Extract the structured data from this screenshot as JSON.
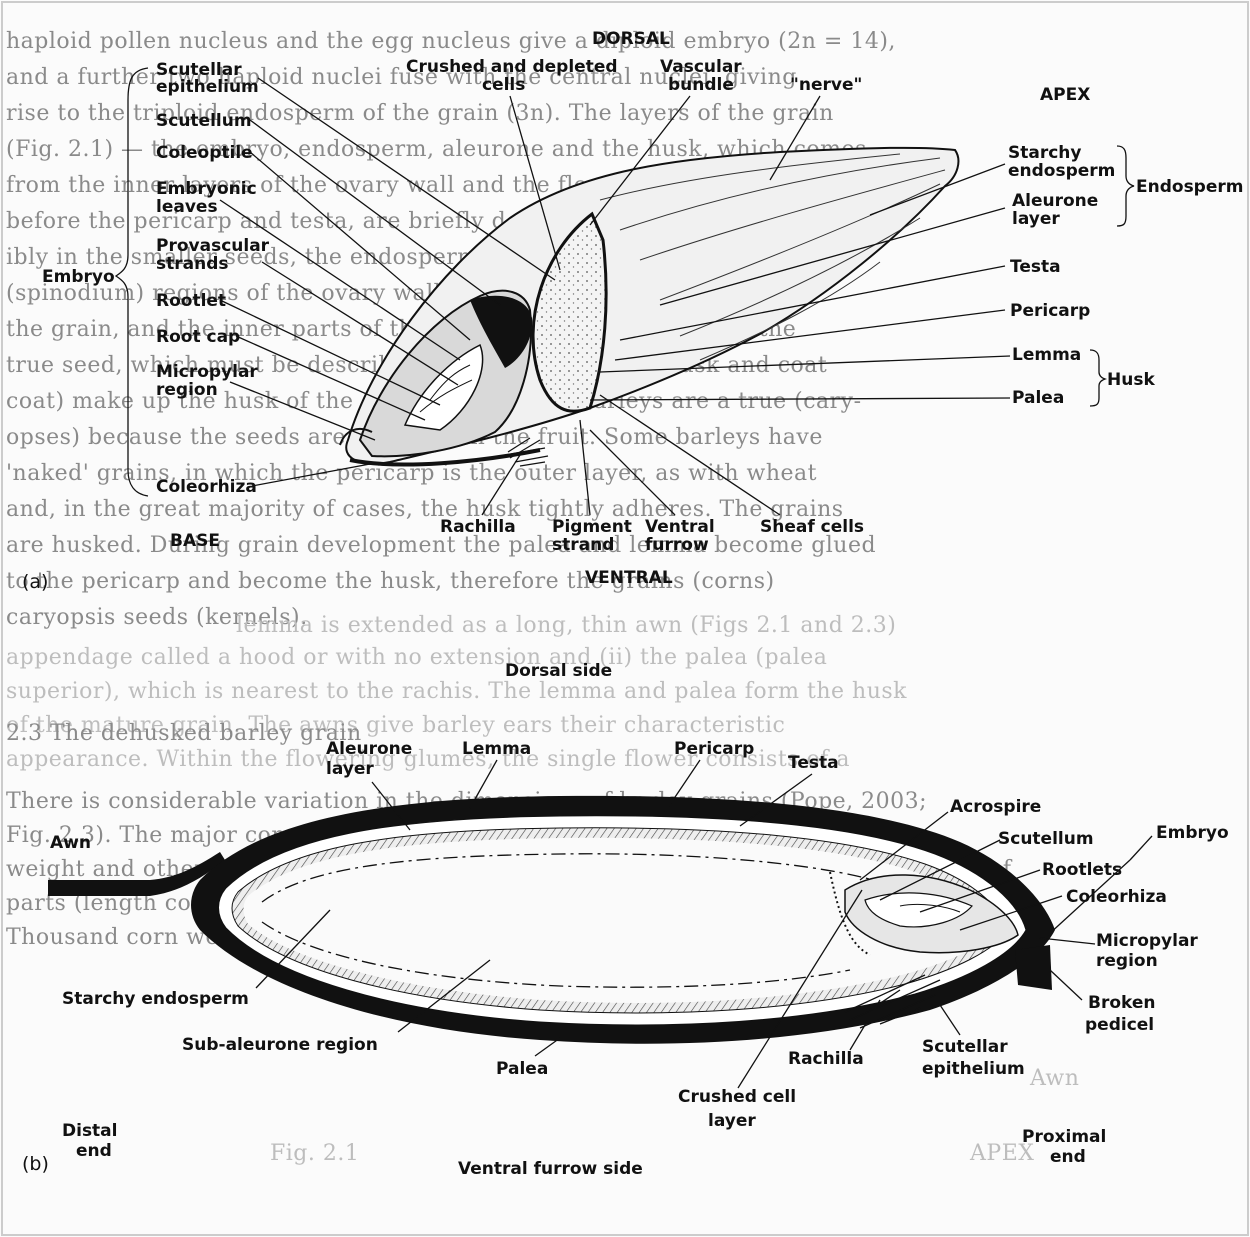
{
  "panel_a": {
    "tag": "(a)",
    "orientation": {
      "top": "DORSAL",
      "bottom": "VENTRAL",
      "apex": "APEX",
      "base": "BASE"
    },
    "group_embryo": "Embryo",
    "group_endosperm": "Endosperm",
    "group_husk": "Husk",
    "left_labels": {
      "scutellar_epithelium": [
        "Scutellar",
        "epithelium"
      ],
      "scutellum": "Scutellum",
      "coleoptile": "Coleoptile",
      "embryonic_leaves": [
        "Embryonic",
        "leaves"
      ],
      "provascular_strands": [
        "Provascular",
        "strands"
      ],
      "rootlet": "Rootlet",
      "root_cap": "Root cap",
      "micropylar_region": [
        "Micropylar",
        "region"
      ],
      "coleorhiza": "Coleorhiza"
    },
    "top_labels": {
      "crushed_cells": [
        "Crushed and depleted",
        "cells"
      ],
      "vascular_bundle": [
        "Vascular",
        "bundle"
      ],
      "nerve": "\"nerve\""
    },
    "right_labels": {
      "starchy_endosperm": [
        "Starchy",
        "endosperm"
      ],
      "aleurone_layer": [
        "Aleurone",
        "layer"
      ],
      "testa": "Testa",
      "pericarp": "Pericarp",
      "lemma": "Lemma",
      "palea": "Palea"
    },
    "bottom_labels": {
      "rachilla": "Rachilla",
      "pigment_strand": [
        "Pigment",
        "strand"
      ],
      "ventral_furrow": [
        "Ventral",
        "furrow"
      ],
      "sheaf_cells": "Sheaf cells"
    }
  },
  "panel_b": {
    "tag": "(b)",
    "dorsal_side": "Dorsal side",
    "ventral_side": "Ventral furrow side",
    "distal_end": [
      "Distal",
      "end"
    ],
    "proximal_end": [
      "Proximal",
      "end"
    ],
    "labels": {
      "awn": "Awn",
      "aleurone_layer": [
        "Aleurone",
        "layer"
      ],
      "lemma": "Lemma",
      "pericarp": "Pericarp",
      "testa": "Testa",
      "acrospire": "Acrospire",
      "scutellum": "Scutellum",
      "embryo": "Embryo",
      "rootlets": "Rootlets",
      "coleorhiza": "Coleorhiza",
      "micropylar_region": [
        "Micropylar",
        "region"
      ],
      "broken_pedicel": [
        "Broken",
        "pedicel"
      ],
      "scutellar_epithelium": [
        "Scutellar",
        "epithelium"
      ],
      "rachilla": "Rachilla",
      "crushed_cell_layer": [
        "Crushed cell",
        "layer"
      ],
      "palea": "Palea",
      "sub_aleurone_region": "Sub-aleurone region",
      "starchy_endosperm": "Starchy endosperm"
    }
  },
  "background_page_text": [
    "haploid pollen nucleus and the egg nucleus give a diploid embryo (2n = 14),",
    "and a further two haploid nuclei fuse with the central nuclei, giving",
    "rise to the triploid endosperm of the grain (3n). The layers of the grain",
    "(Fig. 2.1) — the embryo, endosperm, aleurone and the husk, which comes",
    "from the inner layers of the ovary wall and the flowering glumes, lemma",
    "before the pericarp and testa, are briefly described. Small cells and poss-",
    "ibly in the smaller seeds, the endosperm layers grow. Barley grain is a",
    "(spinodium) regions of the ovary wall, the husk, the outer layers of",
    "the grain, and the inner parts of the caryopsis, the true fruit, or the",
    "true seed, which must be described separately from the husk and coat",
    "coat) make up the husk of the grain. The husked barleys are a true (cary-",
    "opses) because the seeds are enclosed in the fruit. Some barleys have",
    "'naked' grains, in which the pericarp is the outer layer, as with wheat",
    "and, in the great majority of cases, the husk tightly adheres. The grains",
    "are husked. During grain development the palea and lemma become glued",
    "to the pericarp and become the husk, therefore the grains (corns)",
    "caryopsis seeds (kernels).",
    "lemma is extended as a long, thin awn (Figs 2.1 and 2.3)",
    "appendage called a hood or with no extension and (ii) the palea (palea",
    "superior), which is nearest to the rachis. The lemma and palea form the husk",
    "of the mature grain. The awns give barley ears their characteristic",
    "appearance. Within the flowering glumes, the single flower consists of a",
    "2.3 The dehusked barley grain",
    "There is considerable variation in the dimensions of barley grains (Pope, 2003;",
    "Fig. 2.3). The major components of barley grains, the dimensions of the",
    "weight and other characteristics. Differences in size and in the relative proportions of",
    "parts (length commonly 8–10 mm, width 2.7–4.0 mm), thicknesses",
    "Thousand corn weights as known with thousand corn weights (TCW).",
    "Awn",
    "APEX",
    "Fig. 2.1"
  ]
}
